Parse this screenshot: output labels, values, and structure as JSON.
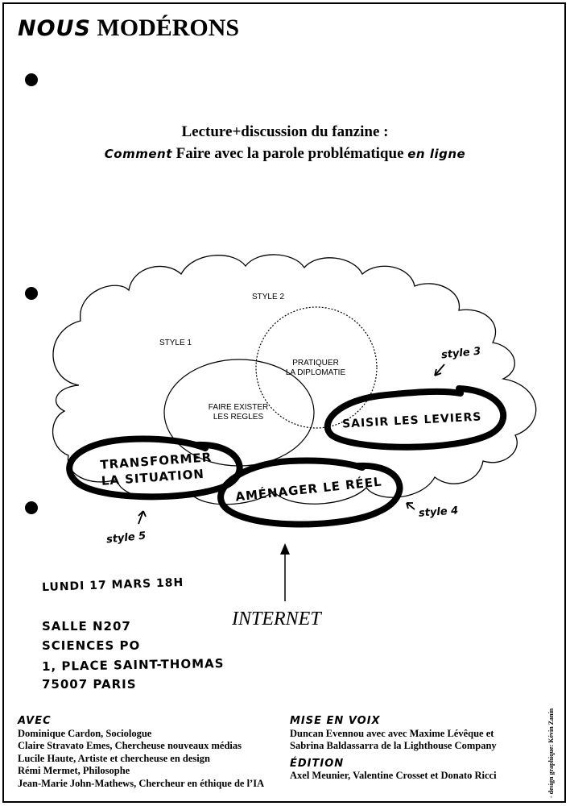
{
  "header": {
    "title_hand": "NOUS",
    "title_rest": "MODÉRONS"
  },
  "subtitle": {
    "line1": "Lecture+discussion du fanzine :",
    "line2_hand_start": "Comment",
    "line2_main": "Faire avec la parole problématique",
    "line2_hand_end": "en ligne"
  },
  "diagram": {
    "style1": "STYLE 1",
    "style2": "STYLE 2",
    "pratiquer_line1": "PRATIQUER",
    "pratiquer_line2": "LA DIPLOMATIE",
    "faire_line1": "FAIRE EXISTER",
    "faire_line2": "LES REGLES",
    "transformer_line1": "TRANSFORMER",
    "transformer_line2": "LA SITUATION",
    "amenager": "AMÉNAGER LE RÉEL",
    "saisir": "SAISIR LES LEVIERS",
    "style3": "style 3",
    "style4": "style 4",
    "style5": "style 5",
    "internet": "INTERNET"
  },
  "event": {
    "date": "LUNDI 17 MARS 18H",
    "room": "SALLE N207",
    "place": "SCIENCES PO",
    "street": "1, PLACE SAINT-THOMAS",
    "city": "75007 PARIS"
  },
  "avec": {
    "heading": "AVEC",
    "people": [
      "Dominique Cardon, Sociologue",
      "Claire Stravato Emes, Chercheuse nouveaux médias",
      "Lucile Haute, Artiste et chercheuse en design",
      "Rémi Mermet, Philosophe",
      "Jean-Marie John-Mathews, Chercheur en éthique de l’IA"
    ]
  },
  "mise_en_voix": {
    "heading": "MISE EN VOIX",
    "line1": "Duncan Evennou avec avec Maxime Lévêque et",
    "line2": "Sabrina Baldassarra de la Lighthouse Company"
  },
  "edition": {
    "heading": "ÉDITION",
    "line1": "Axel Meunier, Valentine Crosset et Donato Ricci"
  },
  "credit": "- design graphique: Kévin Zanin"
}
